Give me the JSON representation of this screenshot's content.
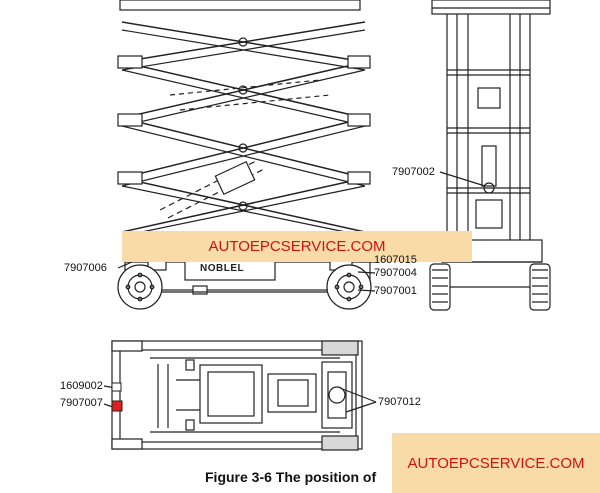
{
  "figure": {
    "caption": "Figure 3-6 The position of",
    "brand_mark": "NOBLEL"
  },
  "watermarks": {
    "top": "AUTOEPCSERVICE.COM",
    "bottom": "AUTOEPCSERVICE.COM"
  },
  "part_labels": {
    "side_left_base": "7907006",
    "side_right_upper": "1607015",
    "side_right_mid": "7907004",
    "side_right_lower": "7907001",
    "rear_view": "7907002",
    "top_view_a": "1609002",
    "top_view_b": "7907007",
    "top_view_c": "7907012"
  },
  "colors": {
    "line": "#222222",
    "highlight_red": "#e02020",
    "banner_bg": "#f8dba6",
    "banner_text": "#d21111"
  }
}
